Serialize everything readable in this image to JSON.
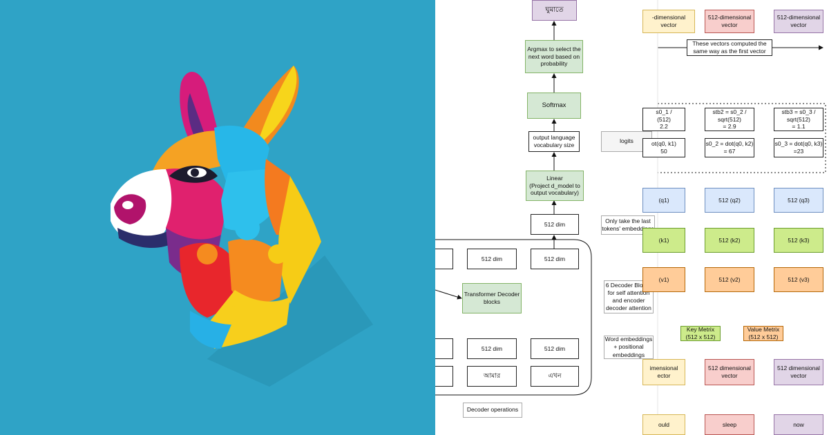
{
  "decoder": {
    "output_word": "ঘুমাতে",
    "argmax": "Argmax to select the\nnext word based on\nprobability",
    "softmax": "Softmax",
    "vocab": "output language\nvocabulary size",
    "logits": "logits",
    "linear": "Linear\n(Project d_model to\noutput vocabulary)",
    "last_dim": "512 dim",
    "last_note": "Only take the last\ntokens' embeddings",
    "top_dims": [
      "512 dim",
      "512 dim"
    ],
    "transformer": "Transformer Decoder\nblocks",
    "blocks_note": "6 Decoder Blocks\nfor self attention\nand encoder\ndecoder attention",
    "bottom_dims": [
      "512 dim",
      "512 dim"
    ],
    "emb_note": "Word embeddings\n+ positional\nembeddings",
    "words": [
      "আমার",
      "এখন"
    ],
    "caption": "Decoder operations"
  },
  "attention": {
    "vectors_top": [
      "-dimensional\nvector",
      "512-dimensional\nvector",
      "512-dimensional\nvector"
    ],
    "computed_note": "These vectors computed the\nsame way as the first vector",
    "scaled": [
      "s0_1 /\n(512)\n2.2",
      "stb2 = s0_2 /\nsqrt(512)\n= 2.9",
      "stb3 = s0_3 /\nsqrt(512)\n= 1.1"
    ],
    "dots": [
      "ot(q0, k1)\n50",
      "s0_2 = dot(q0, k2)\n= 67",
      "s0_3 = dot(q0, k3)\n=23"
    ],
    "q": [
      "(q1)",
      "512 (q2)",
      "512 (q3)"
    ],
    "k": [
      "(k1)",
      "512 (k2)",
      "512 (k3)"
    ],
    "v": [
      "(v1)",
      "512 (v2)",
      "512 (v3)"
    ],
    "key_metrix": "Key Metrix\n(512 x 512)",
    "value_metrix": "Value Metrix\n(512 x 512)",
    "vectors_bottom": [
      "imensional\nector",
      "512 dimensional\nvector",
      "512 dimensional\nvector"
    ],
    "words": [
      "ould",
      "sleep",
      "now"
    ]
  },
  "colors": {
    "left_bg": "#2fa3c6"
  }
}
